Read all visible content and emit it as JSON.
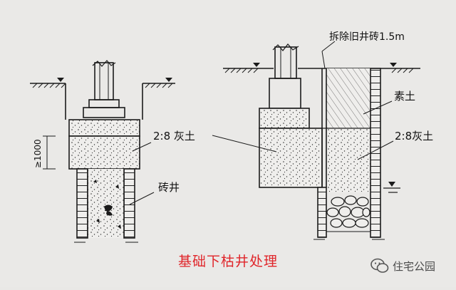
{
  "labels": {
    "lime_soil_left": "2:8 灰土",
    "brick_well": "砖井",
    "remove_brick": "拆除旧井砖1.5m",
    "plain_soil": "素土",
    "lime_soil_right": "2:8灰土",
    "height_dim": "≥1000"
  },
  "caption": "基础下枯井处理",
  "watermark": {
    "text": "住宅公园",
    "icon": "wechat-icon"
  },
  "colors": {
    "caption": "#e0252a",
    "line": "#1b1b1b"
  }
}
